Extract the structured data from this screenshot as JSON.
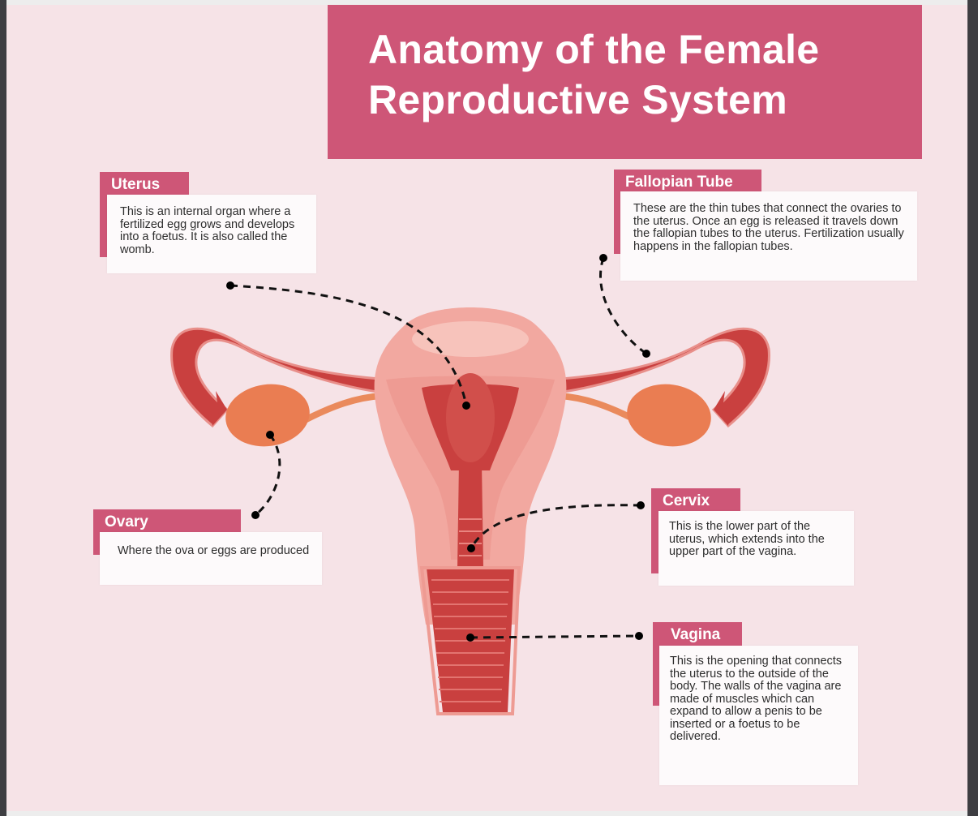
{
  "title": {
    "line1": "Anatomy of the Female",
    "line2": "Reproductive System"
  },
  "labels": {
    "uterus": {
      "heading": "Uterus",
      "text": "This is an internal organ where a fertilized egg grows and develops into a foetus. It is also called the womb."
    },
    "fallopian_tube": {
      "heading": "Fallopian Tube",
      "text": "These are the thin tubes that connect the ovaries to the uterus. Once an egg is released it travels down the fallopian tubes to the uterus. Fertilization usually happens in the fallopian tubes."
    },
    "ovary": {
      "heading": "Ovary",
      "text": "Where the ova or eggs are produced"
    },
    "cervix": {
      "heading": "Cervix",
      "text": "This is the lower part of the uterus, which extends into the upper part of the vagina."
    },
    "vagina": {
      "heading": "Vagina",
      "text": "This is the opening that connects the uterus to the outside of the body. The walls of the vagina are made of muscles which can expand to allow a penis to be inserted or a foetus to be delivered."
    }
  },
  "colors": {
    "accent": "#ce5677",
    "background": "#f6e3e7",
    "tissue_light": "#f2a8a0",
    "tissue_dark": "#c9403f",
    "ovary": "#ea7d52"
  }
}
